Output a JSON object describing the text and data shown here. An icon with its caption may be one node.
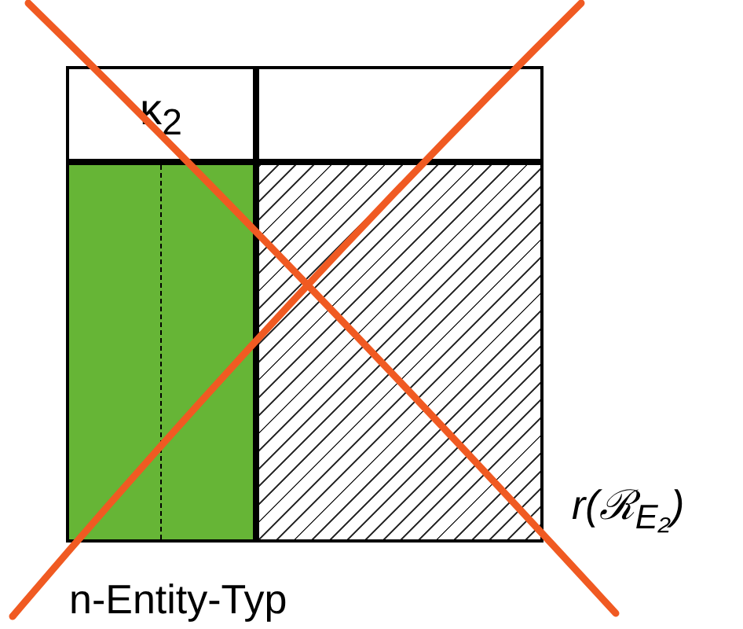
{
  "diagram": {
    "nodes": [
      {
        "text": [
          "κ$_{2}$"
        ]
      },
      {
        "text": [],
        "shape": "box"
      },
      {
        "text": [],
        "shape": "bar"
      },
      {
        "text": [],
        "shape": "box"
      }
    ],
    "labels": [
      "r(ℛ$_{E₂}$)",
      "n-Entity-Typ"
    ]
  }
}
